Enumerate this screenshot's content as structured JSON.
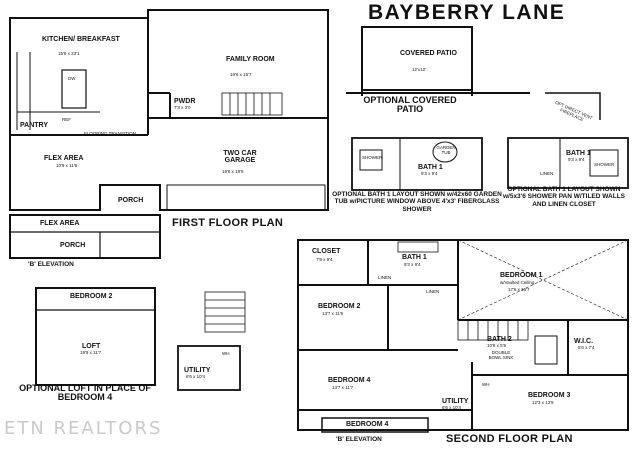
{
  "title": "BAYBERRY LANE",
  "watermark": "ETN REALTORS",
  "first_floor": {
    "caption": "FIRST FLOOR PLAN",
    "kitchen": {
      "name": "KITCHEN/ BREAKFAST",
      "dims": "15'6 x 23'1"
    },
    "family_room": {
      "name": "FAMILY ROOM",
      "dims": "19'6 x 15'7"
    },
    "pwdr": {
      "name": "PWDR",
      "dims": "7'3 x 3'0"
    },
    "pantry": "PANTRY",
    "ref": "REF",
    "dw": "DW",
    "flex_area": {
      "name": "FLEX AREA",
      "dims": "10'9 x 11'6"
    },
    "garage": {
      "name": "TWO CAR GARAGE",
      "dims": "19'6 x 19'6"
    },
    "porch": "PORCH",
    "fireplace_note": "FLOORING TRANSITION",
    "b_elev_flex": "FLEX AREA",
    "b_elev_porch": "PORCH",
    "b_elev_caption": "'B' ELEVATION"
  },
  "covered_patio": {
    "name": "COVERED PATIO",
    "dims": "12'x12'",
    "caption": "OPTIONAL COVERED PATIO",
    "fireplace": "OPT DIRECT VENT FIREPLACE"
  },
  "bath_options": [
    {
      "name": "BATH 1",
      "dims": "9'3 x 9'4",
      "tub": "GARDEN TUB",
      "shower": "SHOWER",
      "caption": "OPTIONAL BATH 1 LAYOUT SHOWN w/42x60 GARDEN TUB w/PICTURE WINDOW ABOVE 4'x3' FIBERGLASS SHOWER"
    },
    {
      "name": "BATH 1",
      "dims": "9'3 x 9'4",
      "shower": "SHOWER",
      "linen": "LINEN",
      "caption": "OPTIONAL BATH 1 LAYOUT SHOWN w/5x3'6 SHOWER PAN W/TILED WALLS AND LINEN CLOSET"
    }
  ],
  "loft_option": {
    "bedroom2": "BEDROOM 2",
    "loft": {
      "name": "LOFT",
      "dims": "19'9 x 11'7"
    },
    "utility": {
      "name": "UTILITY",
      "dims": "6'6 x 10'4"
    },
    "wh": "WH",
    "caption": "OPTIONAL LOFT IN PLACE OF BEDROOM 4"
  },
  "second_floor": {
    "caption": "SECOND FLOOR PLAN",
    "closet": {
      "name": "CLOSET",
      "dims": "7'9 x 9'4"
    },
    "bath1": {
      "name": "BATH 1",
      "dims": "9'3 x 9'4"
    },
    "linen": "LINEN",
    "bedroom1": {
      "name": "BEDROOM 1",
      "sub": "w/Vaulted Ceiling",
      "dims": "17'6 x 15'7"
    },
    "bedroom2": {
      "name": "BEDROOM 2",
      "dims": "13'7 x 11'6"
    },
    "bath2": {
      "name": "BATH 2",
      "dims": "10'8 x 5'9"
    },
    "wic": {
      "name": "W.I.C.",
      "dims": "5'6 x 7'4"
    },
    "bedroom4": {
      "name": "BEDROOM 4",
      "dims": "13'7 x 11'7"
    },
    "utility": {
      "name": "UTILITY",
      "dims": "6'6 x 10'4"
    },
    "wh": "WH",
    "bedroom3": {
      "name": "BEDROOM 3",
      "dims": "12'3 x 13'9"
    },
    "laundry_note": "DOUBLE BOWL SINK",
    "b_elev_bedroom4": "BEDROOM 4",
    "b_elev_caption": "'B' ELEVATION"
  }
}
